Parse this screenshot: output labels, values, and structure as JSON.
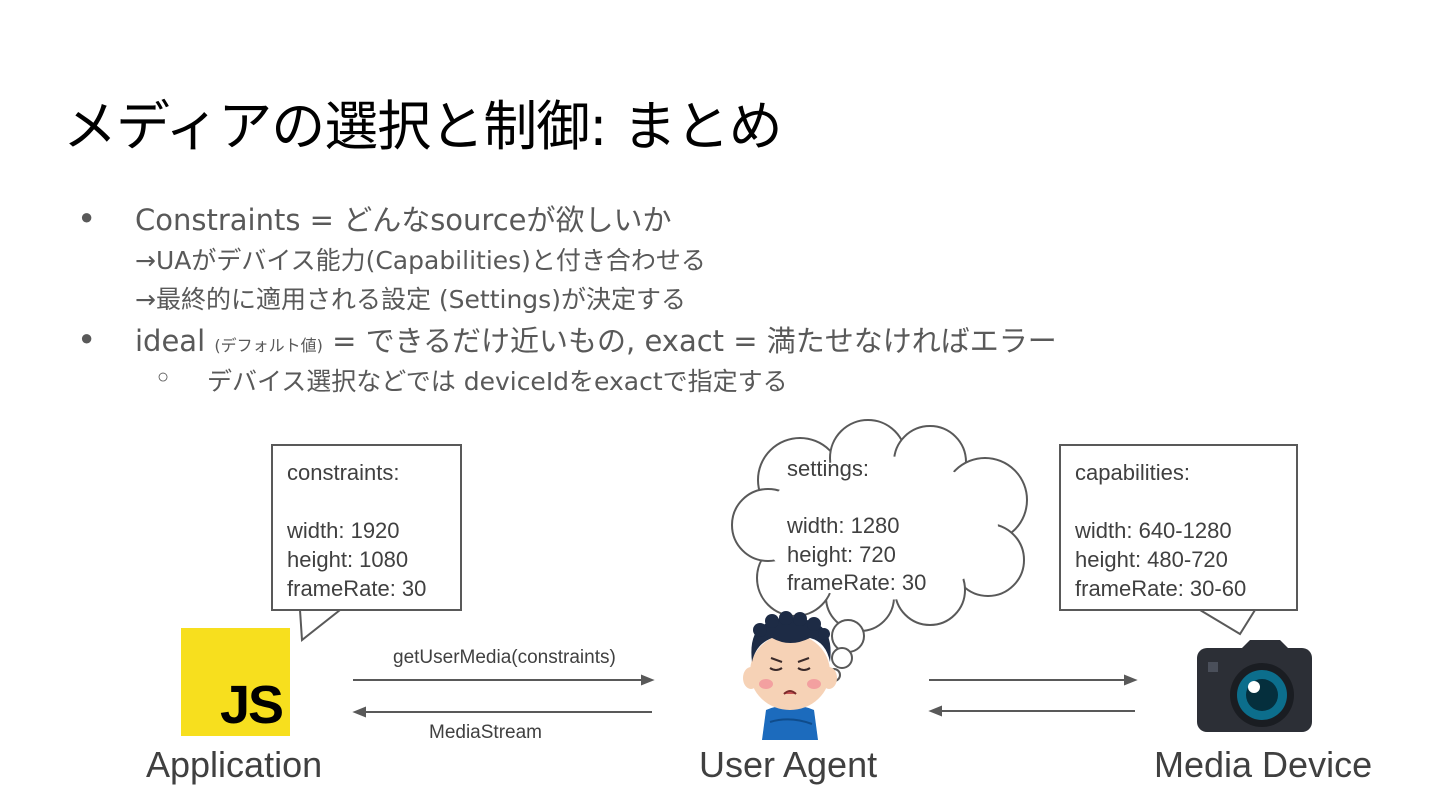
{
  "slide": {
    "title": "メディアの選択と制御: まとめ"
  },
  "bullets": {
    "b1_main": "Constraints = どんなsourceが欲しいか",
    "b1_sub1": "→UAがデバイス能力(Capabilities)と付き合わせる",
    "b1_sub2": "→最終的に適用される設定 (Settings)が決定する",
    "b2_lead": "ideal ",
    "b2_small": "(デフォルト値)",
    "b2_rest": " = できるだけ近いもの, exact = 満たせなければエラー",
    "b2_child": "デバイス選択などでは deviceIdをexactで指定する",
    "bullet_glyph": "●",
    "sub_bullet_glyph": "○"
  },
  "diagram": {
    "constraints_box": [
      "constraints:",
      "",
      "width: 1920",
      "height: 1080",
      "frameRate: 30"
    ],
    "settings_cloud": [
      "settings:",
      "",
      "width: 1280",
      "height: 720",
      "frameRate: 30"
    ],
    "capabilities_box": [
      "capabilities:",
      "",
      "width: 640-1280",
      "height: 480-720",
      "frameRate: 30-60"
    ],
    "arrow_request_label": "getUserMedia(constraints)",
    "arrow_response_label": "MediaStream",
    "js_logo_text": "JS",
    "captions": {
      "application": "Application",
      "user_agent": "User Agent",
      "media_device": "Media Device"
    }
  },
  "colors": {
    "js_yellow": "#f7df1e",
    "text_gray": "#595959",
    "stroke_gray": "#595959",
    "camera_body": "#2c2f36",
    "camera_lens": "#0c6e8c"
  }
}
